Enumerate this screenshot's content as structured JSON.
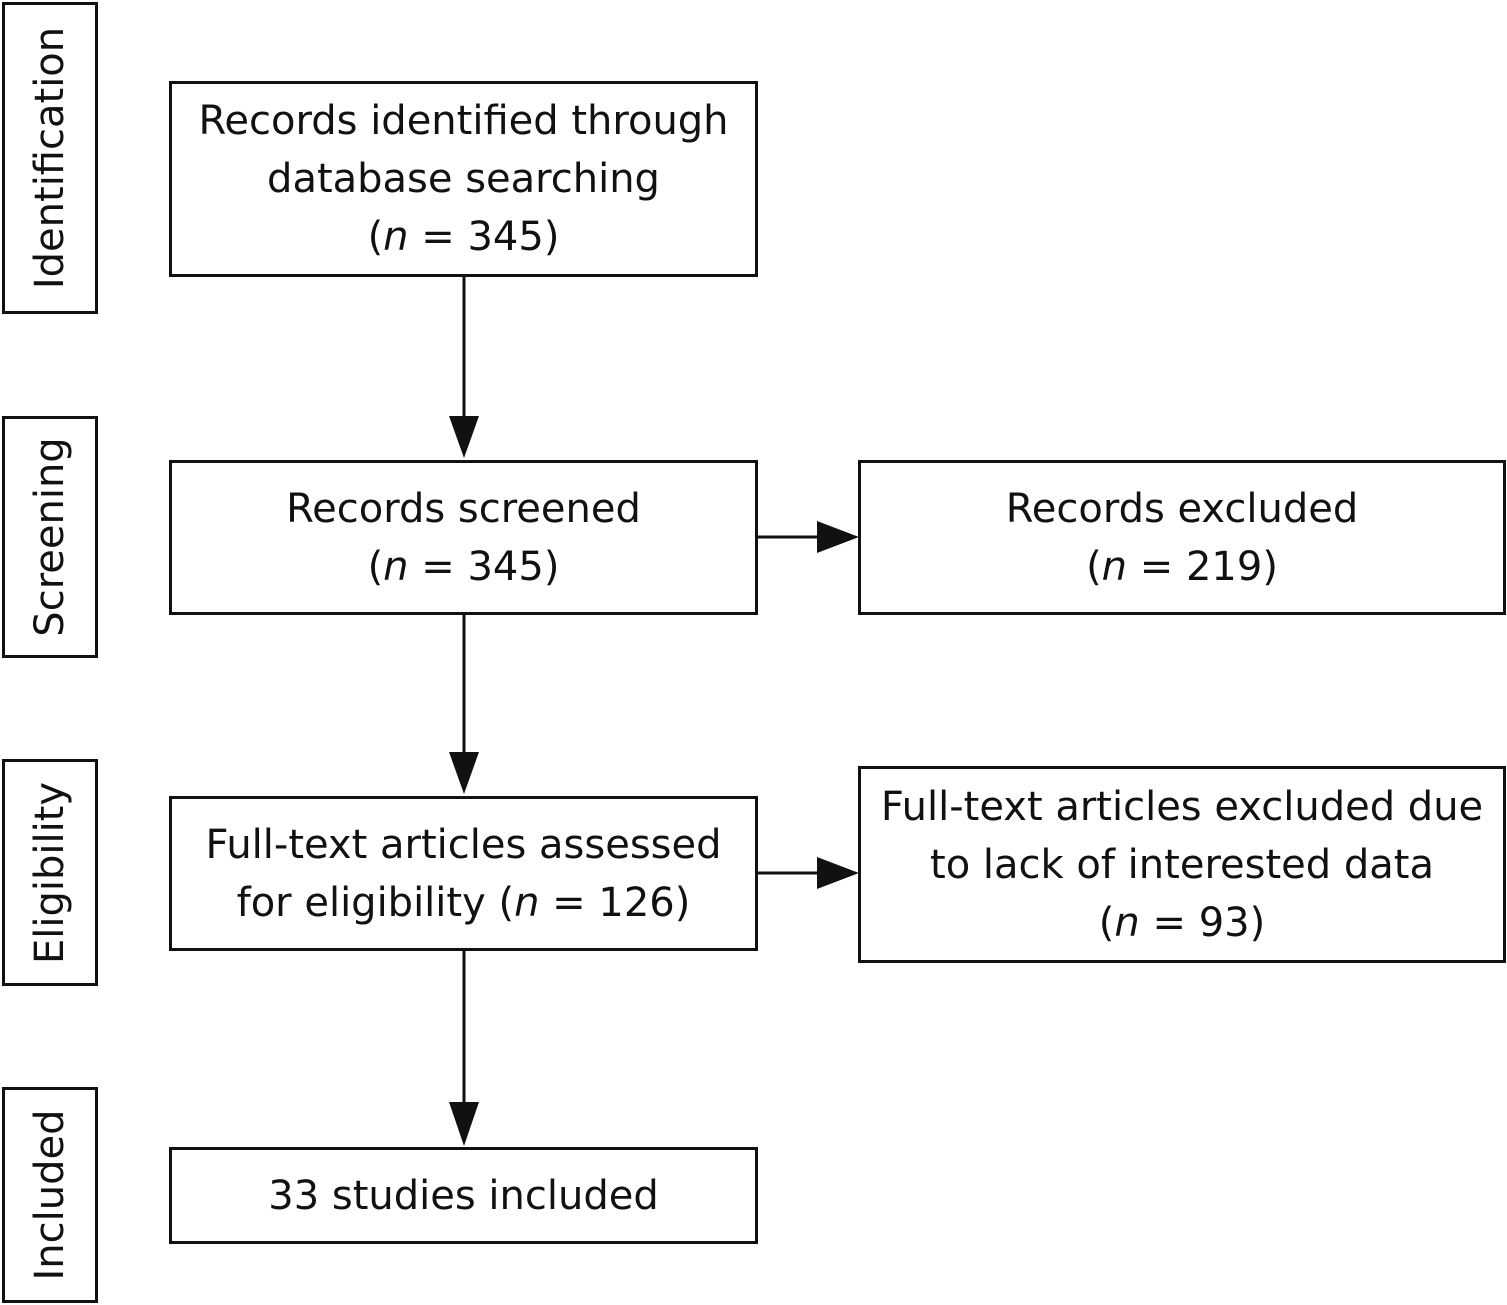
{
  "stages": {
    "identification": "Identification",
    "screening": "Screening",
    "eligibility": "Eligibility",
    "included": "Included"
  },
  "boxes": {
    "identified": {
      "line1": "Records identified through",
      "line2": "database searching",
      "count_open": "(",
      "n": "n",
      "count_rest": " = 345)"
    },
    "screened": {
      "line1": "Records screened",
      "count_open": "(",
      "n": "n",
      "count_rest": " = 345)"
    },
    "excluded": {
      "line1": "Records excluded",
      "count_open": "(",
      "n": "n",
      "count_rest": " = 219)"
    },
    "assessed": {
      "line1": "Full-text articles assessed",
      "line2_pre": "for eligibility (",
      "n": "n",
      "line2_post": " = 126)"
    },
    "fulltext_excluded": {
      "line1": "Full-text articles excluded due",
      "line2": "to lack of interested data",
      "count_open": "(",
      "n": "n",
      "count_rest": " = 93)"
    },
    "included": {
      "line1": "33 studies included"
    }
  },
  "colors": {
    "line": "#111111",
    "background": "#ffffff"
  }
}
